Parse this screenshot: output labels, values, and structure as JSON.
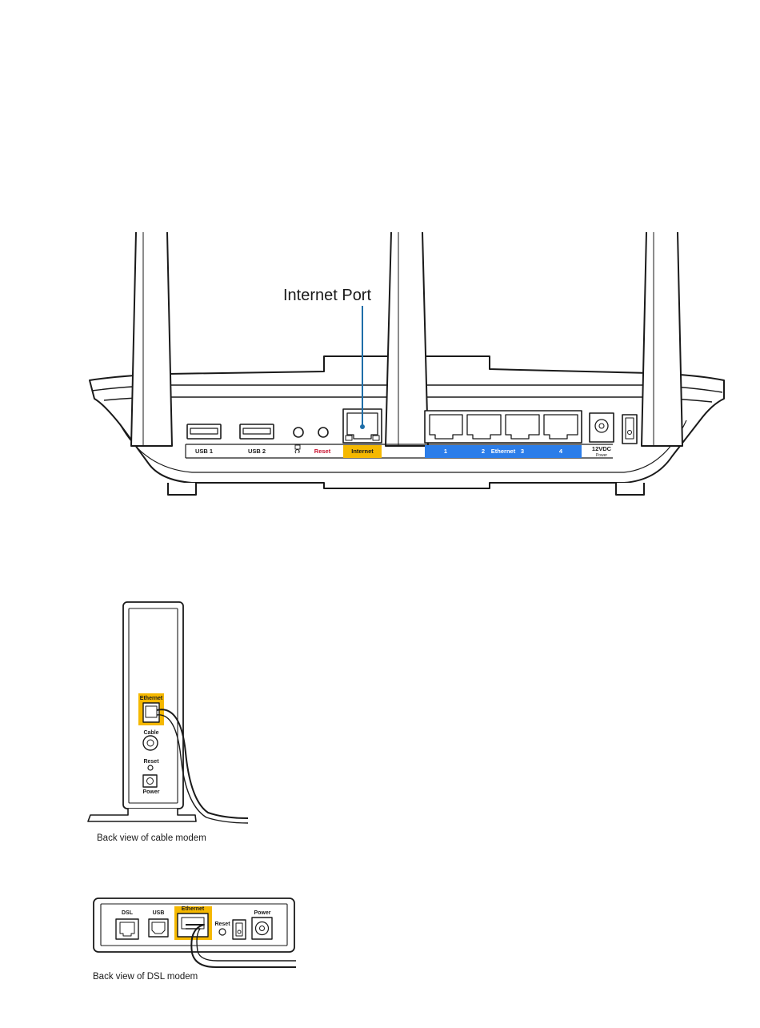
{
  "router": {
    "callout": "Internet Port",
    "ports": {
      "usb1": "USB 1",
      "usb2": "USB 2",
      "reset": "Reset",
      "internet": "Internet",
      "eth1": "1",
      "eth2": "2",
      "ethernet": "Ethernet",
      "eth3": "3",
      "eth4": "4",
      "power_voltage": "12VDC",
      "power": "Power"
    }
  },
  "cable_modem": {
    "ethernet": "Ethernet",
    "cable": "Cable",
    "reset": "Reset",
    "power": "Power",
    "caption": "Back view of cable modem"
  },
  "dsl_modem": {
    "dsl": "DSL",
    "usb": "USB",
    "ethernet": "Ethernet",
    "reset": "Reset",
    "power": "Power",
    "caption": "Back view of DSL modem"
  },
  "colors": {
    "internet_highlight": "#f5b800",
    "ethernet_band": "#2b7de9",
    "reset_text": "#c8102e",
    "callout_line": "#1e6ea8"
  }
}
